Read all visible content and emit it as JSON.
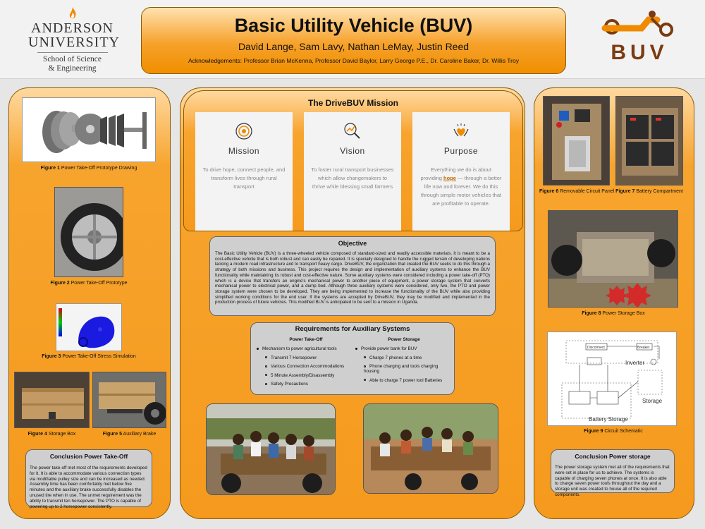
{
  "header": {
    "title": "Basic Utility Vehicle (BUV)",
    "authors": "David Lange, Sam Lavy, Nathan LeMay, Justin Reed",
    "acknowledgements": "Acknowledgements: Professor Brian McKenna, Professor David Baylor, Larry George P.E., Dr. Caroline Baker, Dr. Willis Troy",
    "logo_line1": "ANDERSON",
    "logo_line2": "UNIVERSITY",
    "logo_school1": "School of Science",
    "logo_school2": "& Engineering",
    "buv_logo_text": "BUV"
  },
  "left": {
    "fig1": {
      "num": "Figure 1",
      "text": " Power Take-Off Prototype Drawing"
    },
    "fig2": {
      "num": "Figure 2",
      "text": " Power Take-Off Prototype"
    },
    "fig3": {
      "num": "Figure 3",
      "text": " Power Take-Off Stress Simulation"
    },
    "fig4": {
      "num": "Figure 4",
      "text": " Storage Box"
    },
    "fig5": {
      "num": "Figure 5",
      "text": " Auxiliary Brake"
    },
    "conclusion": {
      "title": "Conclusion Power Take-Off",
      "body": "The power take-off met most of the requirements developed for it. It is able to accommodate various connection types via modifiable pulley size and can be increased as needed. Assembly time has been comfortably met below five minutes and the auxiliary brake successfully disables the unused tire when in use. The unmet requirement was the ability to transmit ten horsepower. The PTO is capable of powering up to 2 horsepower consistently."
    }
  },
  "mission": {
    "title": "The DriveBUV Mission",
    "cards": [
      {
        "head": "Mission",
        "body": "To drive hope, connect people, and transform lives through rural transport",
        "icon": "target-icon"
      },
      {
        "head": "Vision",
        "body": "To foster rural transport businesses which allow changemakers to thrive while blessing small farmers",
        "icon": "growth-chart-icon"
      },
      {
        "head": "Purpose",
        "body_pre": "Everything we do is about providing ",
        "body_hope": "hope",
        "body_post": " — through a better life now and forever. We do this through simple motor vehicles that are profitable to operate.",
        "icon": "heart-hands-icon"
      }
    ]
  },
  "objective": {
    "title": "Objective",
    "body": "The Basic Utility Vehicle (BUV) is a three-wheeled vehicle composed of standard-sized and readily accessible materials. It is meant to be a cost-effective vehicle that is both robust and can easily be repaired. It is specially designed to handle the rugged terrain of developing nations lacking a modern road infrastructure and to transport heavy cargo. DriveBUV, the organization that created the BUV seeks to do this through a strategy of both missions and business. This project requires the design and implementation of auxiliary systems to enhance the BUV functionality while maintaining its robust and cost-effective nature. Some auxiliary systems were considered including a power take-off (PTO) which is a device that transfers an engine's mechanical power to another piece of equipment, a power storage system that converts mechanical power to electrical power, and a dump bed. Although three auxiliary systems were considered, only two, the PTO and power storage system were chosen to be developed. They are being implemented to increase the functionality of the BUV while also providing simplified working conditions for the end user. If the systems are accepted by DriveBUV, they may be modified and implemented in the production process of future vehicles. This modified BUV is anticipated to be sent to a mission in Uganda."
  },
  "requirements": {
    "title": "Requirements for Auxiliary Systems",
    "pto": {
      "head": "Power Take-Off",
      "main": "Mechanism to power agricultural  tools",
      "subs": [
        "Transmit 7 Horsepower",
        "Various Connection Accommodations",
        "5 Minute Assembly/Disassembly",
        "Safety Precautions"
      ]
    },
    "storage": {
      "head": "Power Storage",
      "main": "Provide power bank for BUV",
      "subs": [
        "Charge 7 phones at a time",
        "Phone charging and tools charging housing",
        "Able to charge 7 power tool Batteries"
      ]
    }
  },
  "right": {
    "fig6": {
      "num": "Figure 6",
      "text": " Removable Circuit Panel"
    },
    "fig7": {
      "num": "Figure 7",
      "text": " Battery Compartment"
    },
    "fig8": {
      "num": "Figure 8",
      "text": " Power Storage Box"
    },
    "fig9": {
      "num": "Figure 9",
      "text": " Circuit Schematic"
    },
    "schematic": {
      "disconnect": "Disconnect",
      "breaker": "Breaker",
      "inverter": "Inverter",
      "storage": "Storage",
      "battery": "Battery Storage"
    },
    "conclusion": {
      "title": "Conclusion Power storage",
      "body": "The power storage system met all of the requirements that were set in place for us to achieve. The systems is capable of charging seven phones at once. It is also able to charge seven power tools throughout the day and a storage unit was created to house all of the required components."
    }
  }
}
